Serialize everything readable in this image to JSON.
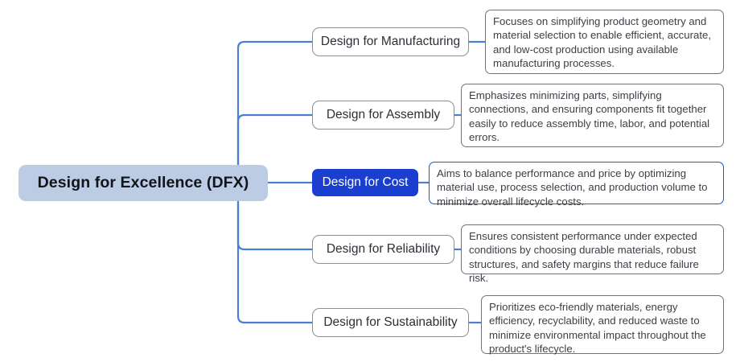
{
  "diagram": {
    "type": "mind-map",
    "root": {
      "label": "Design for Excellence (DFX)",
      "fill": "#bcccE4",
      "text_color": "#111418"
    },
    "connector_color": "#4a7fd4",
    "branches": [
      {
        "label": "Design for Manufacturing",
        "description": "Focuses on simplifying product geometry and material selection to enable efficient, accurate, and low-cost production using available manufacturing processes.",
        "highlighted": false
      },
      {
        "label": "Design for Assembly",
        "description": "Emphasizes minimizing parts, simplifying connections, and ensuring components fit together easily to reduce assembly time, labor, and potential errors.",
        "highlighted": false
      },
      {
        "label": "Design for Cost",
        "description": "Aims to balance performance and price by optimizing material use, process selection, and production volume to minimize overall lifecycle costs.",
        "highlighted": true,
        "highlight_fill": "#1a3fd0",
        "highlight_text_color": "#ffffff",
        "highlight_border": "#2b4fd8"
      },
      {
        "label": "Design for Reliability",
        "description": "Ensures consistent performance under expected conditions by choosing durable materials, robust structures, and safety margins that reduce failure risk.",
        "highlighted": false
      },
      {
        "label": "Design for Sustainability",
        "description": "Prioritizes eco-friendly materials, energy efficiency, recyclability, and reduced waste to minimize environmental impact throughout the product's lifecycle.",
        "highlighted": false
      }
    ]
  }
}
